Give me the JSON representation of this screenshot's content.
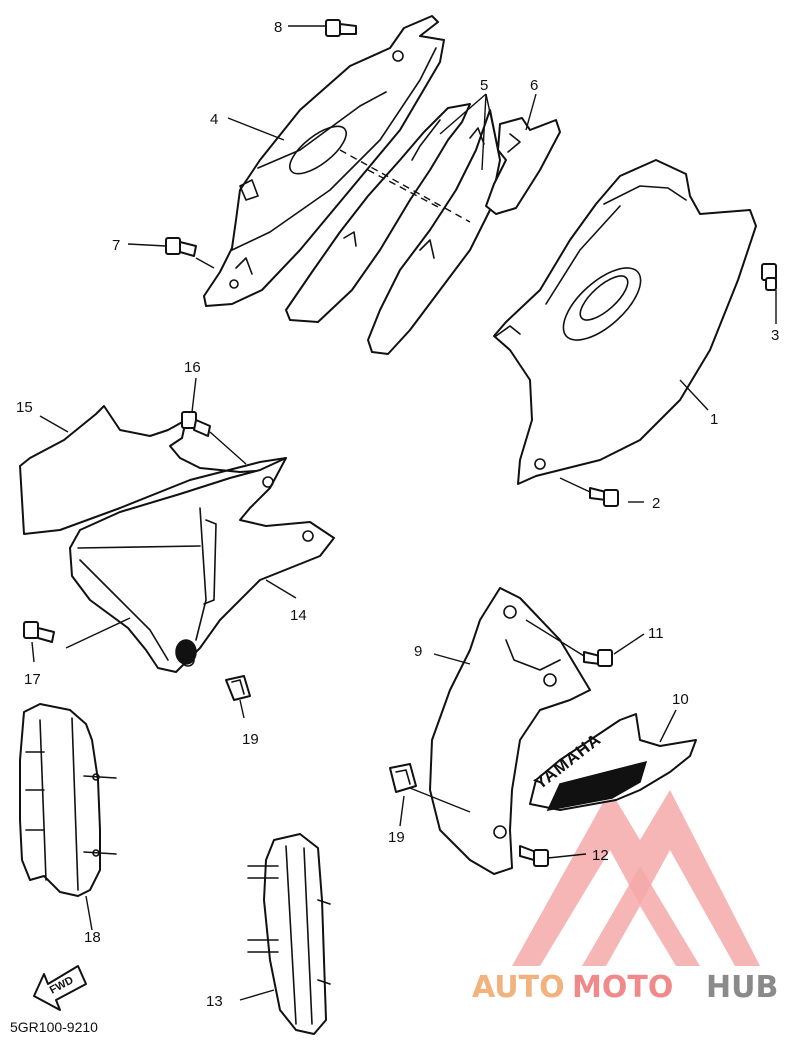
{
  "diagram": {
    "callouts": {
      "c1": "1",
      "c2": "2",
      "c3": "3",
      "c4": "4",
      "c5": "5",
      "c6": "6",
      "c7": "7",
      "c8": "8",
      "c9": "9",
      "c10": "10",
      "c11": "11",
      "c12": "12",
      "c13": "13",
      "c14": "14",
      "c15": "15",
      "c16": "16",
      "c17": "17",
      "c18": "18",
      "c19a": "19",
      "c19b": "19"
    },
    "part_code": "5GR100-9210",
    "fwd_label": "FWD",
    "decal_text": "YAMAHA"
  },
  "watermark": {
    "part_a": "AUTO",
    "part_b": "MOTO",
    "part_c": "HUB",
    "colors": {
      "orange": "#f2b27e",
      "red": "#f08a8a",
      "gray": "#8a8a8a"
    }
  }
}
